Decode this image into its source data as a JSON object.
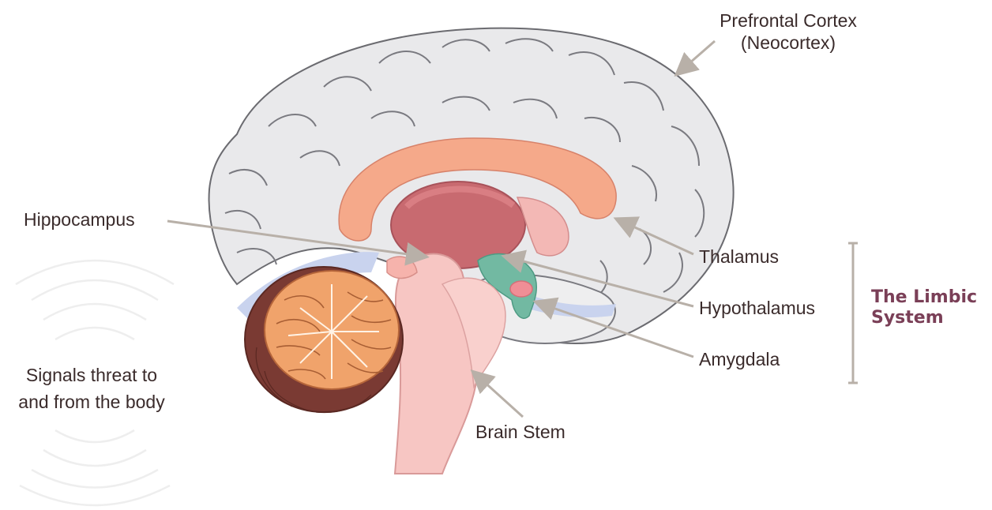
{
  "labels": {
    "prefrontal": "Prefrontal Cortex",
    "prefrontal_sub": "(Neocortex)",
    "hippocampus": "Hippocampus",
    "thalamus": "Thalamus",
    "hypothalamus": "Hypothalamus",
    "amygdala": "Amygdala",
    "brain_stem": "Brain Stem",
    "signals_line1": "Signals threat to",
    "signals_line2": "and from the body",
    "group_line1": "The Limbic",
    "group_line2": "System"
  },
  "colors": {
    "group_title": "#7a3f57",
    "text": "#3a2b2b",
    "arrow": "#b8b0a8",
    "limbic_orange": "#f2a07c",
    "thalamus": "#c96a6f",
    "hypothalamus": "#6db8a0",
    "cerebellum_dark": "#7c3b33",
    "cerebellum_light": "#f0a26b",
    "brain_stem": "#f5c2c0"
  }
}
